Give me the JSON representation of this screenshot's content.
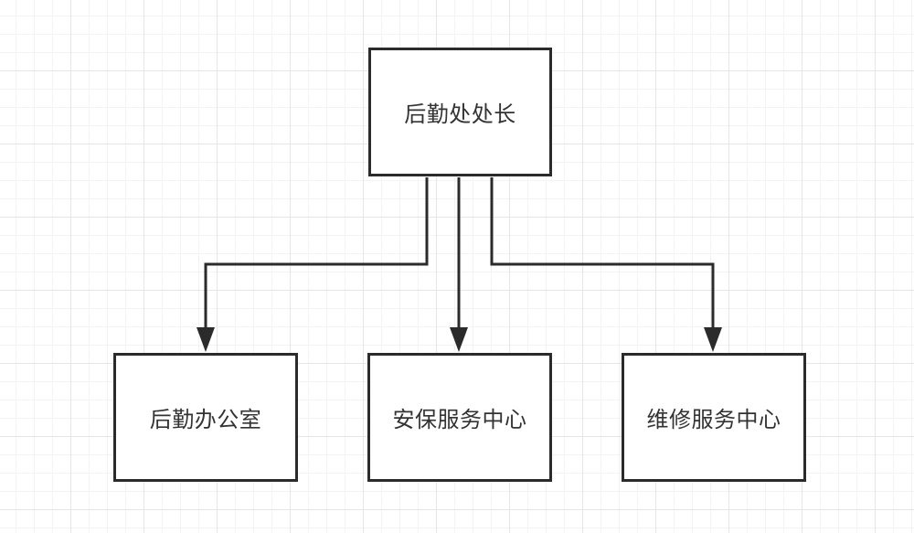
{
  "diagram": {
    "root": {
      "label": "后勤处处长"
    },
    "children": [
      {
        "label": "后勤办公室"
      },
      {
        "label": "安保服务中心"
      },
      {
        "label": "维修服务中心"
      }
    ],
    "colors": {
      "line": "#2b2b2b",
      "box_border": "#2b2b2b",
      "text": "#333333",
      "grid_major": "#e6e6e6",
      "grid_minor": "#f3f3f3"
    }
  }
}
